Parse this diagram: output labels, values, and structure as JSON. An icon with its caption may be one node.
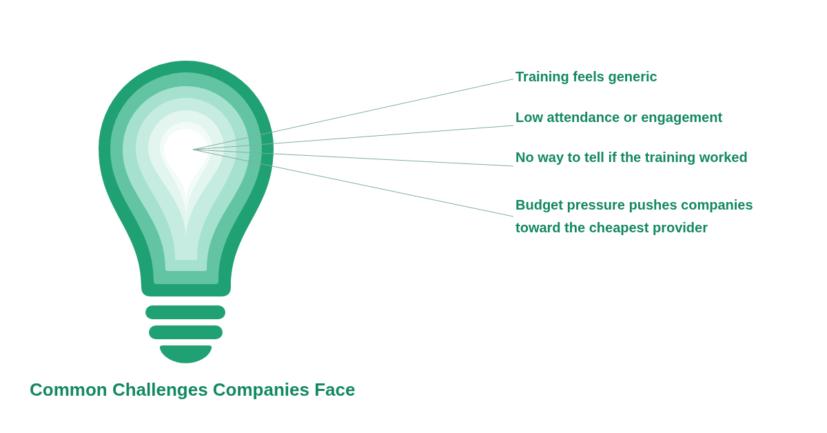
{
  "diagram": {
    "title": "Common Challenges Companies Face",
    "nodes": [
      {
        "text": [
          "Training feels generic"
        ]
      },
      {
        "text": [
          "Low attendance or engagement"
        ]
      },
      {
        "text": [
          "No way to tell if the training worked"
        ]
      },
      {
        "text": [
          "Budget pressure pushes companies toward the cheapest provider"
        ]
      }
    ],
    "edges": [
      {
        "from": 0,
        "to": null,
        "arrow": "none"
      },
      {
        "from": 1,
        "to": null,
        "arrow": "none"
      },
      {
        "from": 2,
        "to": null,
        "arrow": "none"
      },
      {
        "from": 3,
        "to": null,
        "arrow": "none"
      }
    ]
  }
}
